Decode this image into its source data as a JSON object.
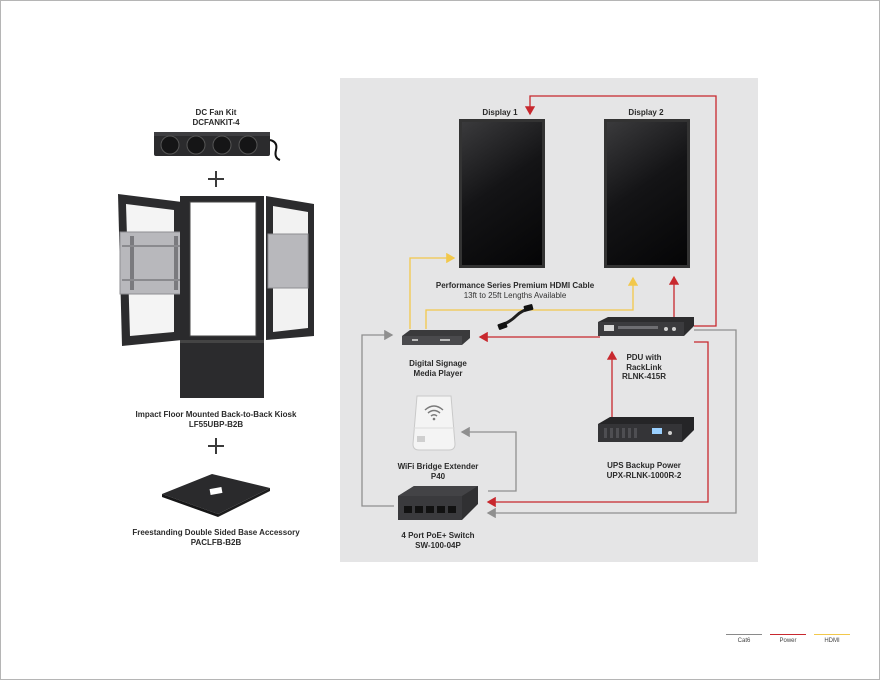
{
  "left_products": {
    "fan_kit": {
      "name": "DC Fan Kit",
      "model": "DCFANKIT-4"
    },
    "kiosk": {
      "name": "Impact Floor Mounted Back-to-Back Kiosk",
      "model": "LF55UBP-B2B"
    },
    "base": {
      "name": "Freestanding Double Sided Base Accessory",
      "model": "PACLFB-B2B"
    }
  },
  "diagram": {
    "display1": "Display 1",
    "display2": "Display 2",
    "hdmi_cable": {
      "name": "Performance Series Premium HDMI Cable",
      "sub": "13ft to 25ft Lengths Available"
    },
    "media_player": {
      "line1": "Digital Signage",
      "line2": "Media Player"
    },
    "pdu": {
      "line1": "PDU with",
      "line2": "RackLink",
      "line3": "RLNK-415R"
    },
    "wifi": {
      "name": "WiFi Bridge Extender",
      "model": "P40"
    },
    "ups": {
      "name": "UPS Backup Power",
      "model": "UPX-RLNK-1000R-2"
    },
    "switch": {
      "name": "4 Port PoE+ Switch",
      "model": "SW-100-04P"
    }
  },
  "legend": [
    {
      "label": "Cat6",
      "color": "#8a8a8a"
    },
    {
      "label": "Power",
      "color": "#c8282e"
    },
    {
      "label": "HDMI",
      "color": "#f2c84b"
    }
  ],
  "icons": [
    "plus-icon",
    "wifi-icon"
  ]
}
